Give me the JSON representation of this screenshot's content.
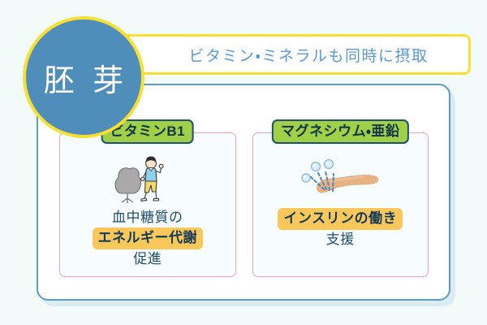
{
  "background_color": "#f2fbfa",
  "circle": {
    "label": "胚 芽",
    "fill_color": "#4f8ebb",
    "ring_color": "#f8e033",
    "text_color": "#ffffff"
  },
  "banner": {
    "text": "ビタミン・ミネラルも同時に摂取",
    "border_color": "#f8e033",
    "text_color": "#5b9bd1"
  },
  "panel": {
    "border_color": "#5d9bc9",
    "background": "#ffffff"
  },
  "cards": [
    {
      "badge": "ビタミンB1",
      "badge_color": "#9fd048",
      "badge_border_color": "#1f4e6e",
      "border_color": "#f79fb9",
      "illustration": "walking-person-icon",
      "caption_lines": [
        {
          "text": "血中糖質の",
          "highlight": false
        },
        {
          "text": "エネルギー代謝",
          "highlight": true
        },
        {
          "text": "促進",
          "highlight": false
        }
      ]
    },
    {
      "badge": "マグネシウム・亜鉛",
      "badge_color": "#9fd048",
      "badge_border_color": "#1f4e6e",
      "border_color": "#f79fb9",
      "illustration": "pancreas-insulin-icon",
      "caption_lines": [
        {
          "text": "インスリンの働き",
          "highlight": true
        },
        {
          "text": "支援",
          "highlight": false
        }
      ]
    }
  ],
  "highlight_color": "#fac85a",
  "text_color": "#1f4e6e"
}
